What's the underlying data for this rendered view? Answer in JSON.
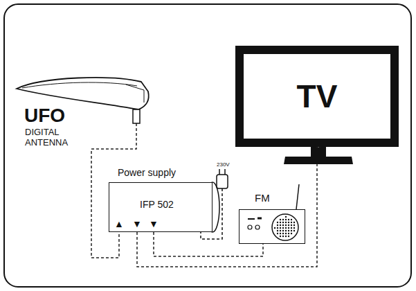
{
  "diagram": {
    "nodes": [
      {
        "text": [
          "UFO",
          "DIGITAL ANTENNA"
        ]
      },
      {
        "text": [
          "TV"
        ]
      },
      {
        "text": [
          "Power supply",
          "IFP 502"
        ]
      },
      {
        "text": [
          "FM"
        ]
      }
    ],
    "edges": [
      {
        "from": 0,
        "to": 2,
        "arrow": "none"
      },
      {
        "from": 2,
        "to": 3,
        "arrow": "none"
      },
      {
        "from": 2,
        "to": 1,
        "arrow": "none"
      }
    ],
    "labels": [
      "230V",
      "▲",
      "▼",
      "▼"
    ]
  }
}
